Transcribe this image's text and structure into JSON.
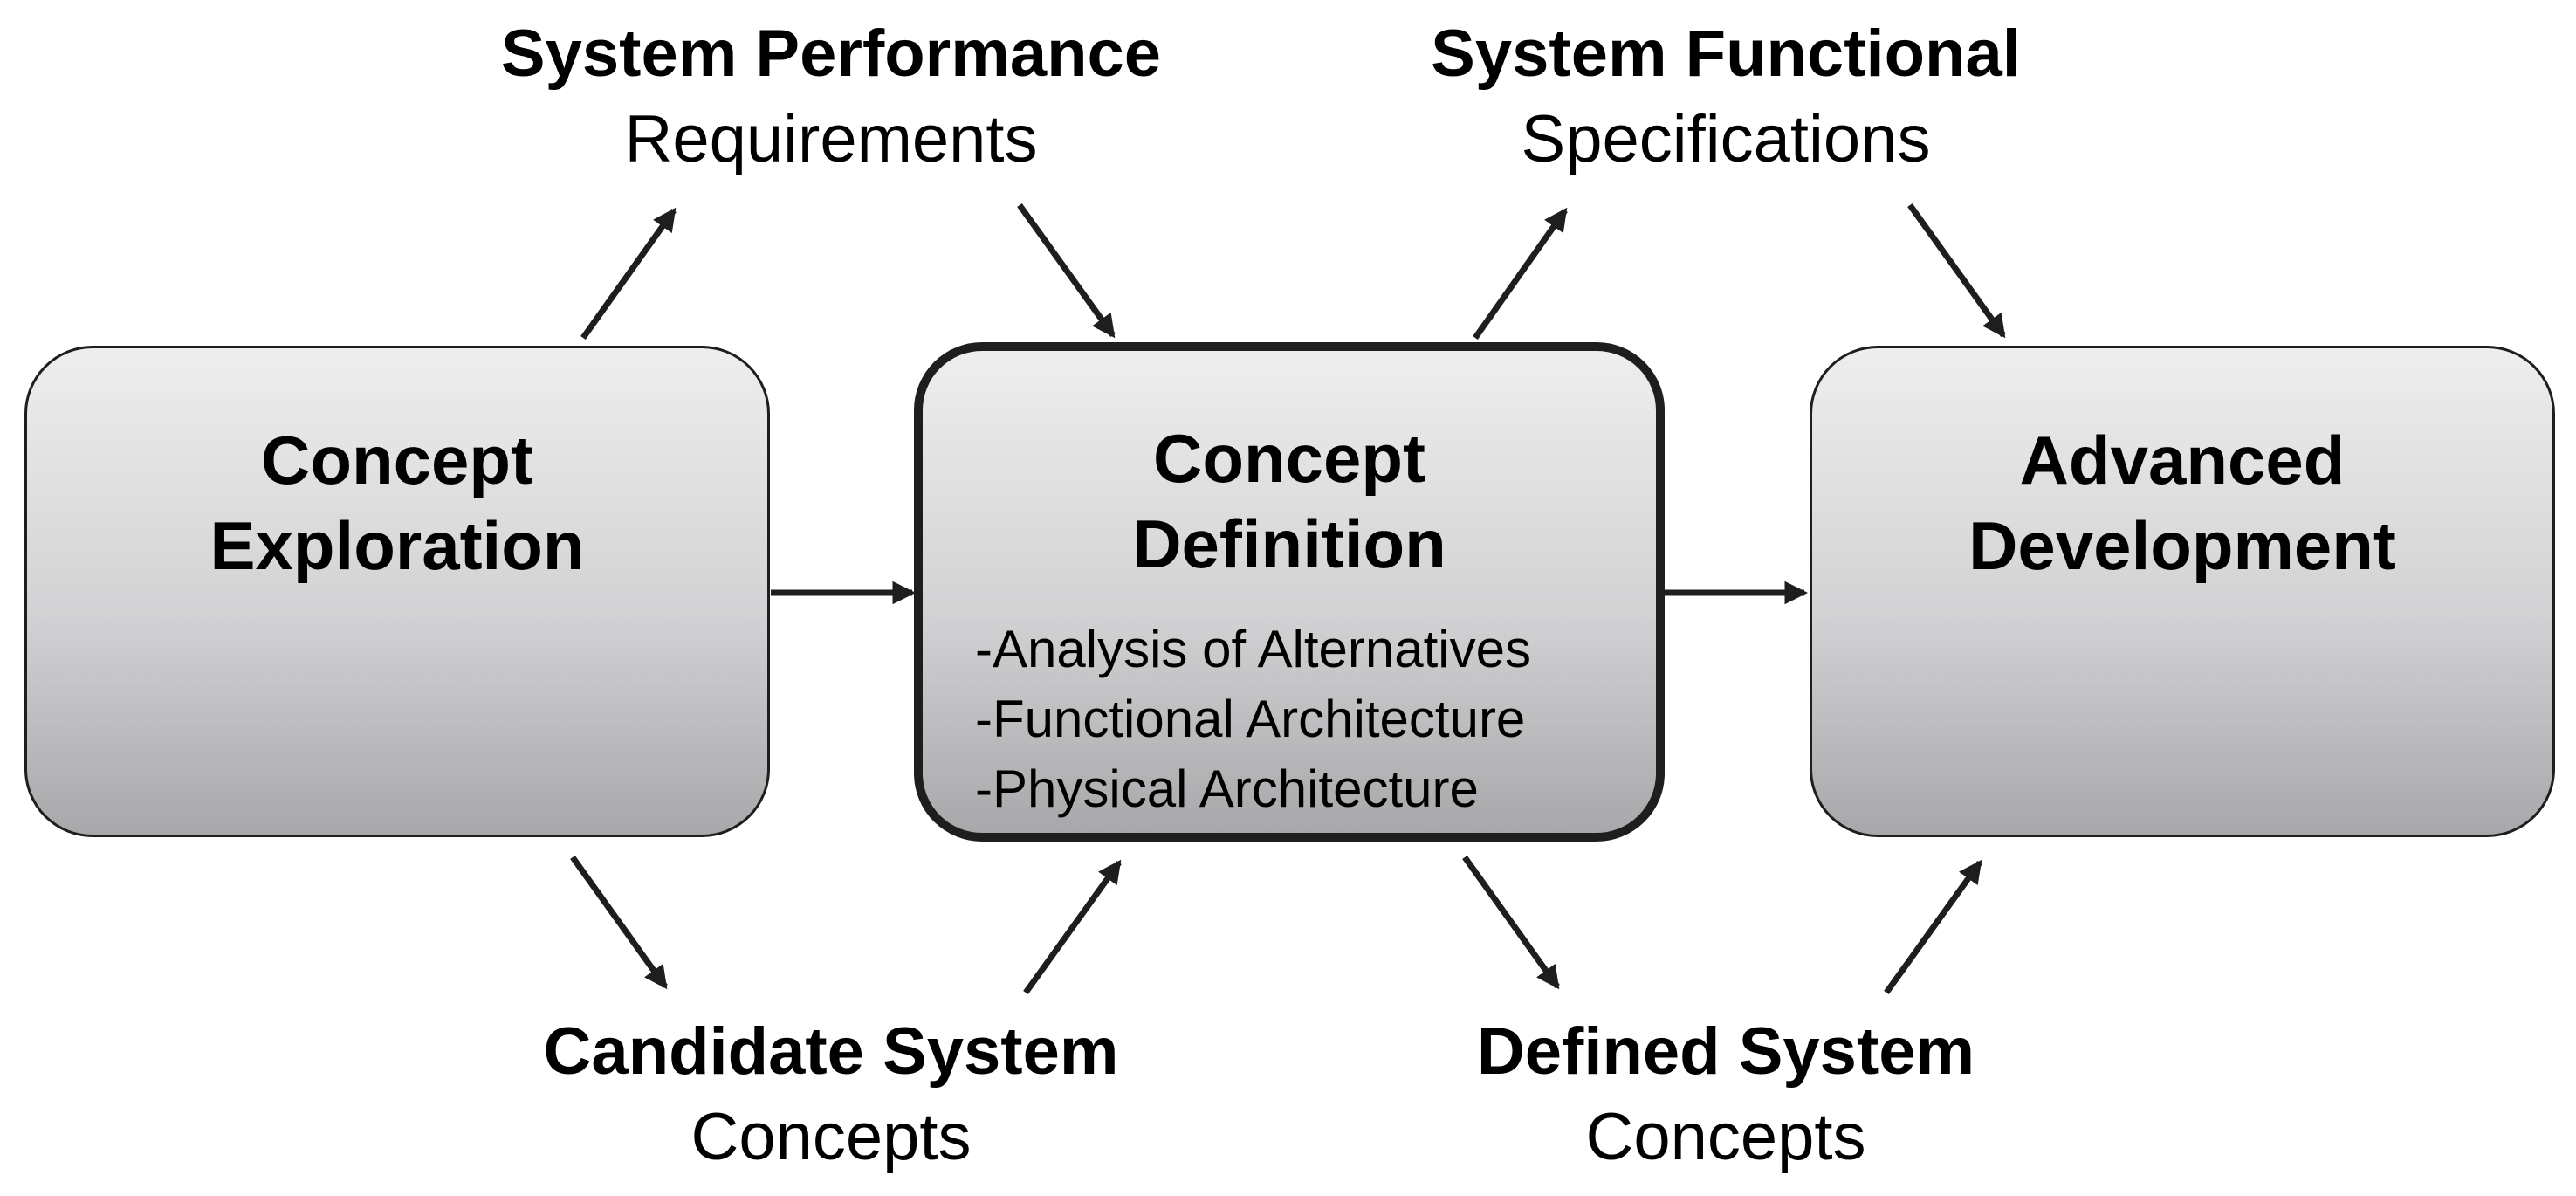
{
  "boxes": {
    "concept_exploration": {
      "title_line1": "Concept",
      "title_line2": "Exploration"
    },
    "concept_definition": {
      "title_line1": "Concept",
      "title_line2": "Definition",
      "items": [
        "-Analysis of Alternatives",
        "-Functional Architecture",
        "-Physical Architecture"
      ]
    },
    "advanced_development": {
      "title_line1": "Advanced",
      "title_line2": "Development"
    }
  },
  "labels": {
    "system_performance": {
      "line1": "System Performance",
      "line2": "Requirements"
    },
    "system_functional": {
      "line1": "System Functional",
      "line2": "Specifications"
    },
    "candidate_system": {
      "line1": "Candidate System",
      "line2": "Concepts"
    },
    "defined_system": {
      "line1": "Defined System",
      "line2": "Concepts"
    }
  },
  "colors": {
    "stroke": "#1e1e1e",
    "box_fill_top": "#eeeeee",
    "box_fill_bottom": "#a8a8ab"
  }
}
